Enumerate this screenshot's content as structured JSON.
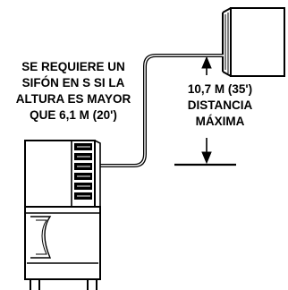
{
  "siphon_note": {
    "lines": [
      "SE REQUIERE UN",
      "SIFÓN EN S SI LA",
      "ALTURA ES MAYOR",
      "QUE 6,1 M (20')"
    ]
  },
  "distance_note": {
    "lines": [
      "10,7 M (35')",
      "DISTANCIA",
      "MÁXIMA"
    ]
  },
  "colors": {
    "line": "#000000",
    "background": "#ffffff"
  },
  "icons": [
    "ice-machine-icon",
    "condenser-unit-icon",
    "refrigerant-line-icon",
    "dimension-arrow-icon"
  ]
}
